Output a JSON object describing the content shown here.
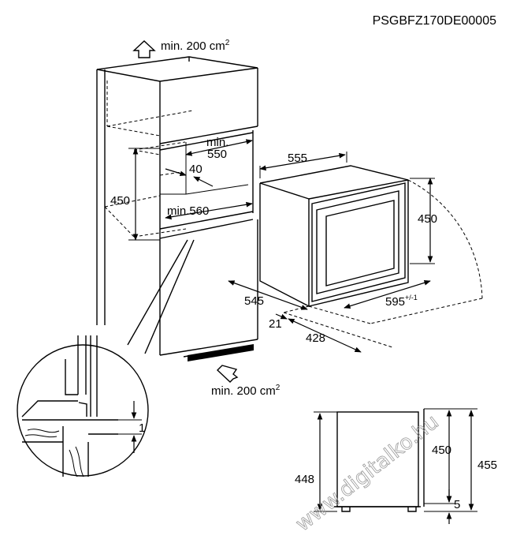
{
  "code": "PSGBFZ170DE00005",
  "vent_top": "min. 200 cm",
  "vent_bottom": "min. 200 cm",
  "sup": "2",
  "cabinet": {
    "min_label": "min.",
    "depth_550": "550",
    "d40": "40",
    "h450": "450",
    "w_min560": "min.560"
  },
  "appliance": {
    "w555": "555",
    "h450": "450",
    "d545": "545",
    "d21": "21",
    "d428": "428",
    "w595": "595",
    "tol": "+/-1"
  },
  "detail_gap": "1",
  "side_view": {
    "h448": "448",
    "h450": "450",
    "h455": "455",
    "gap5": "5"
  },
  "watermark": "www.digitalko.hu",
  "colors": {
    "line": "#000000",
    "background": "#ffffff",
    "watermark": "#9a9a9a"
  }
}
